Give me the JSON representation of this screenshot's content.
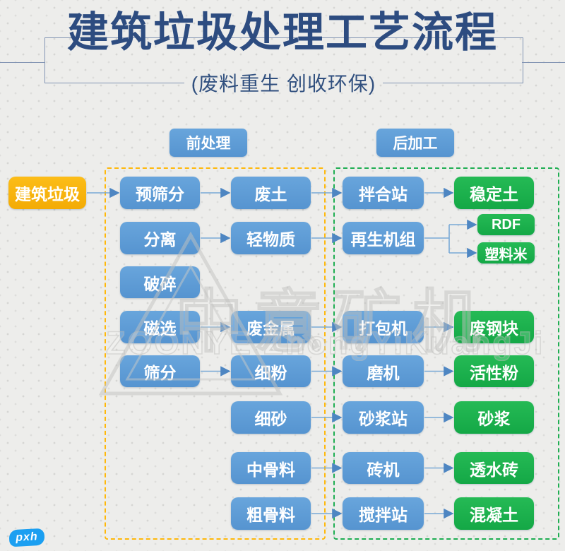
{
  "header": {
    "title": "建筑垃圾处理工艺流程",
    "subtitle": "(废料重生 创收环保)"
  },
  "sections": [
    {
      "id": "pre",
      "label": "前处理",
      "border_color": "#ffb80a"
    },
    {
      "id": "post",
      "label": "后加工",
      "border_color": "#1fae52"
    }
  ],
  "colors": {
    "background": "#EDEDEB",
    "title_navy": "#2d4c80",
    "process_blue": "#5B9BD5",
    "product_green": "#1CB24E",
    "source_yellow": "#F8B40D",
    "arrow_blue": "#78a9d6",
    "dashed_yellow": "#ffb80a",
    "dashed_green": "#1fae52"
  },
  "nodes": [
    {
      "id": "jzlj",
      "label": "建筑垃圾",
      "kind": "source",
      "col": "c0",
      "row": "r1"
    },
    {
      "id": "ysf",
      "label": "预筛分",
      "kind": "process",
      "col": "c1",
      "row": "r1"
    },
    {
      "id": "ft",
      "label": "废土",
      "kind": "process",
      "col": "c2",
      "row": "r1"
    },
    {
      "id": "bhz",
      "label": "拌合站",
      "kind": "process",
      "col": "c3",
      "row": "r1"
    },
    {
      "id": "wdt",
      "label": "稳定土",
      "kind": "product",
      "col": "c4",
      "row": "r1"
    },
    {
      "id": "fl",
      "label": "分离",
      "kind": "process",
      "col": "c1",
      "row": "r2"
    },
    {
      "id": "qwz",
      "label": "轻物质",
      "kind": "process",
      "col": "c2",
      "row": "r2"
    },
    {
      "id": "zsjz",
      "label": "再生机组",
      "kind": "process",
      "col": "c3",
      "row": "r2"
    },
    {
      "id": "rdf",
      "label": "RDF",
      "kind": "product-small",
      "col": "c4s",
      "row": "r2a"
    },
    {
      "id": "slm",
      "label": "塑料米",
      "kind": "product-small",
      "col": "c4s",
      "row": "r2b"
    },
    {
      "id": "ps",
      "label": "破碎",
      "kind": "process",
      "col": "c1",
      "row": "r3"
    },
    {
      "id": "cx",
      "label": "磁选",
      "kind": "process",
      "col": "c1",
      "row": "r4"
    },
    {
      "id": "fjs",
      "label": "废金属",
      "kind": "process",
      "col": "c2",
      "row": "r4"
    },
    {
      "id": "dbj",
      "label": "打包机",
      "kind": "process",
      "col": "c3",
      "row": "r4"
    },
    {
      "id": "fgk",
      "label": "废钢块",
      "kind": "product",
      "col": "c4",
      "row": "r4"
    },
    {
      "id": "sf",
      "label": "筛分",
      "kind": "process",
      "col": "c1",
      "row": "r5"
    },
    {
      "id": "xf",
      "label": "细粉",
      "kind": "process",
      "col": "c2",
      "row": "r5"
    },
    {
      "id": "mj",
      "label": "磨机",
      "kind": "process",
      "col": "c3",
      "row": "r5"
    },
    {
      "id": "hxf",
      "label": "活性粉",
      "kind": "product",
      "col": "c4",
      "row": "r5"
    },
    {
      "id": "xs",
      "label": "细砂",
      "kind": "process",
      "col": "c2",
      "row": "r6"
    },
    {
      "id": "sjz",
      "label": "砂浆站",
      "kind": "process",
      "col": "c3",
      "row": "r6"
    },
    {
      "id": "sj",
      "label": "砂浆",
      "kind": "product",
      "col": "c4",
      "row": "r6"
    },
    {
      "id": "zgl",
      "label": "中骨料",
      "kind": "process",
      "col": "c2",
      "row": "r7"
    },
    {
      "id": "zj",
      "label": "砖机",
      "kind": "process",
      "col": "c3",
      "row": "r7"
    },
    {
      "id": "tsz",
      "label": "透水砖",
      "kind": "product",
      "col": "c4",
      "row": "r7"
    },
    {
      "id": "cgl",
      "label": "粗骨料",
      "kind": "process",
      "col": "c2",
      "row": "r8"
    },
    {
      "id": "jbz",
      "label": "搅拌站",
      "kind": "process",
      "col": "c3",
      "row": "r8"
    },
    {
      "id": "hnt",
      "label": "混凝土",
      "kind": "product",
      "col": "c4",
      "row": "r8"
    }
  ],
  "edges": [
    {
      "from": "jzlj",
      "to": "ysf"
    },
    {
      "from": "ysf",
      "to": "ft"
    },
    {
      "from": "ft",
      "to": "bhz"
    },
    {
      "from": "bhz",
      "to": "wdt"
    },
    {
      "from": "fl",
      "to": "qwz"
    },
    {
      "from": "qwz",
      "to": "zsjz"
    },
    {
      "from": "zsjz",
      "to": [
        "rdf",
        "slm"
      ]
    },
    {
      "from": "cx",
      "to": "fjs"
    },
    {
      "from": "fjs",
      "to": "dbj"
    },
    {
      "from": "dbj",
      "to": "fgk"
    },
    {
      "from": "sf",
      "to": "xf"
    },
    {
      "from": "xf",
      "to": "mj"
    },
    {
      "from": "mj",
      "to": "hxf"
    },
    {
      "from": "xs",
      "to": "sjz"
    },
    {
      "from": "sjz",
      "to": "sj"
    },
    {
      "from": "zgl",
      "to": "zj"
    },
    {
      "from": "zj",
      "to": "tsz"
    },
    {
      "from": "cgl",
      "to": "jbz"
    },
    {
      "from": "jbz",
      "to": "hnt"
    }
  ],
  "watermark": {
    "cn": "中意矿机",
    "en": "ZOONYE ZhongYiKuangJi"
  },
  "badge": {
    "label": "pxh"
  }
}
